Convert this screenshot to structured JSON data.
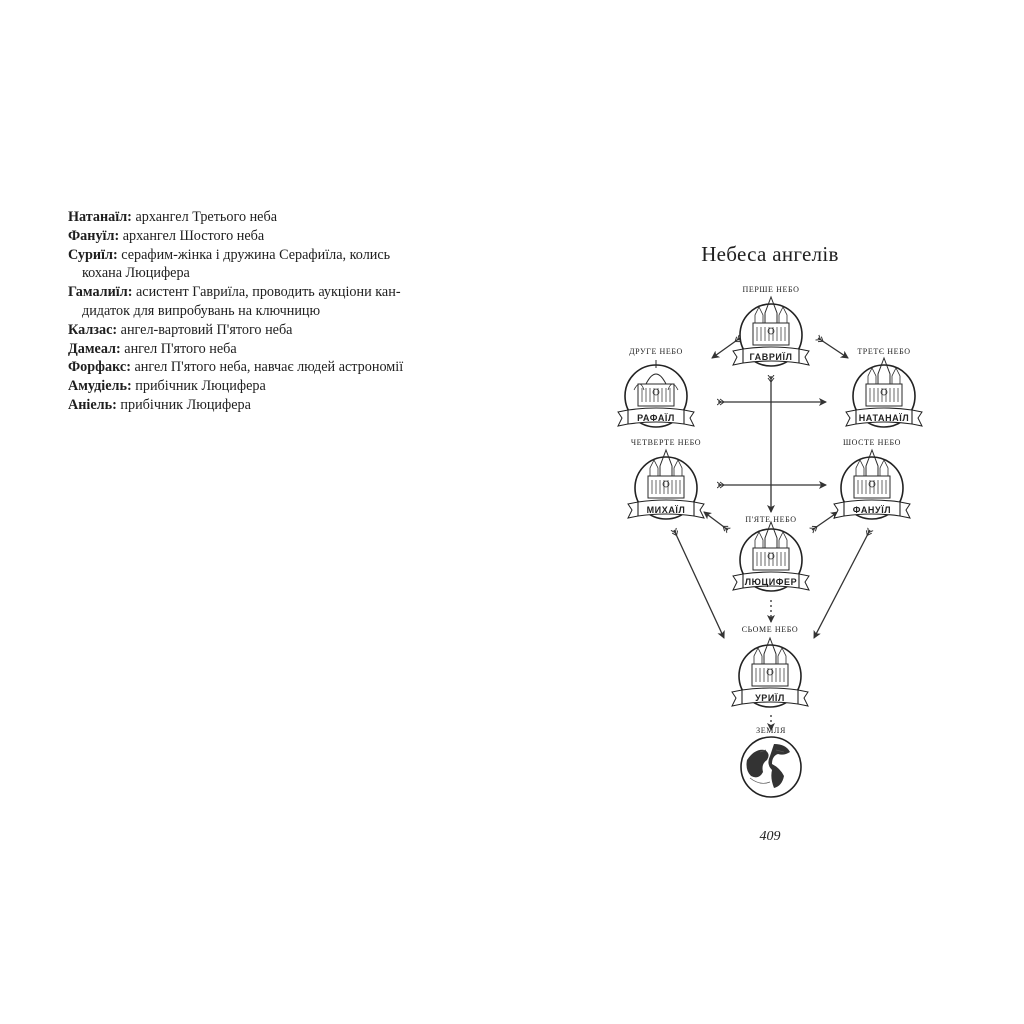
{
  "glossary": [
    {
      "term": "Натанаїл:",
      "text": "архангел Третього неба",
      "cont": ""
    },
    {
      "term": "Фануїл:",
      "text": "архангел Шостого неба",
      "cont": ""
    },
    {
      "term": "Суриїл:",
      "text": "серафим-жінка і дружина Серафиїла, колись",
      "cont": "кохана Люцифера"
    },
    {
      "term": "Гамалиїл:",
      "text": "асистент Гавриїла, проводить аукціони кан-",
      "cont": "дидаток для випробувань на ключницю"
    },
    {
      "term": "Калзас:",
      "text": "ангел-вартовий П'ятого неба",
      "cont": ""
    },
    {
      "term": "Дамеал:",
      "text": "ангел П'ятого неба",
      "cont": ""
    },
    {
      "term": "Форфакс:",
      "text": "ангел П'ятого неба, навчає людей астрономії",
      "cont": ""
    },
    {
      "term": "Амудіель:",
      "text": "прибічник Люцифера",
      "cont": ""
    },
    {
      "term": "Аніель:",
      "text": "прибічник Люцифера",
      "cont": ""
    }
  ],
  "diagram": {
    "title": "Небеса ангелів",
    "heavens": [
      {
        "id": "first",
        "label": "ПЕРШЕ НЕБО",
        "angel": "ГАВРИЇЛ"
      },
      {
        "id": "second",
        "label": "ДРУГЕ НЕБО",
        "angel": "РАФАЇЛ"
      },
      {
        "id": "third",
        "label": "ТРЕТЄ НЕБО",
        "angel": "НАТАНАЇЛ"
      },
      {
        "id": "fourth",
        "label": "ЧЕТВЕРТЕ НЕБО",
        "angel": "МИХАЇЛ"
      },
      {
        "id": "sixth",
        "label": "ШОСТЕ НЕБО",
        "angel": "ФАНУЇЛ"
      },
      {
        "id": "fifth",
        "label": "П'ЯТЕ НЕБО",
        "angel": "ЛЮЦИФЕР"
      },
      {
        "id": "seventh",
        "label": "СЬОМЕ НЕБО",
        "angel": "УРИЇЛ"
      }
    ],
    "earth_label": "ЗЕМЛЯ"
  },
  "page_number": "409"
}
